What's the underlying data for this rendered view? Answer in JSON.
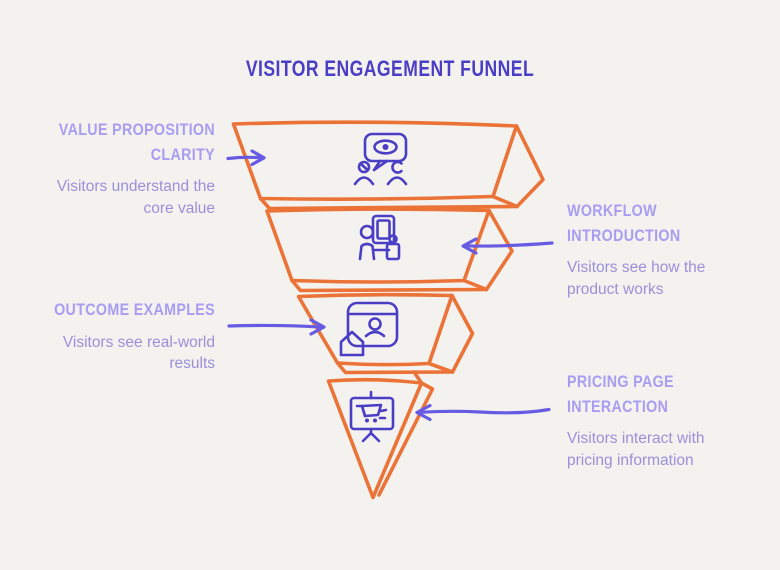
{
  "title": "VISITOR ENGAGEMENT FUNNEL",
  "stages": [
    {
      "heading": "VALUE PROPOSITION CLARITY",
      "description": "Visitors understand the core value",
      "side": "left",
      "icon": "visibility-audience-icon"
    },
    {
      "heading": "WORKFLOW INTRODUCTION",
      "description": "Visitors see how the product works",
      "side": "right",
      "icon": "product-demo-icon"
    },
    {
      "heading": "OUTCOME EXAMPLES",
      "description": "Visitors see real-world results",
      "side": "left",
      "icon": "profile-home-window-icon"
    },
    {
      "heading": "PRICING PAGE INTERACTION",
      "description": "Visitors interact with pricing information",
      "side": "right",
      "icon": "pricing-presentation-cart-icon"
    }
  ],
  "colors": {
    "background": "#f4f2ef",
    "funnel_outline": "#eb7337",
    "title": "#4a3ec5",
    "stage_heading": "#a89df1",
    "stage_description": "#9a90d9",
    "arrow": "#675ae3",
    "icon": "#4a3ec5"
  }
}
